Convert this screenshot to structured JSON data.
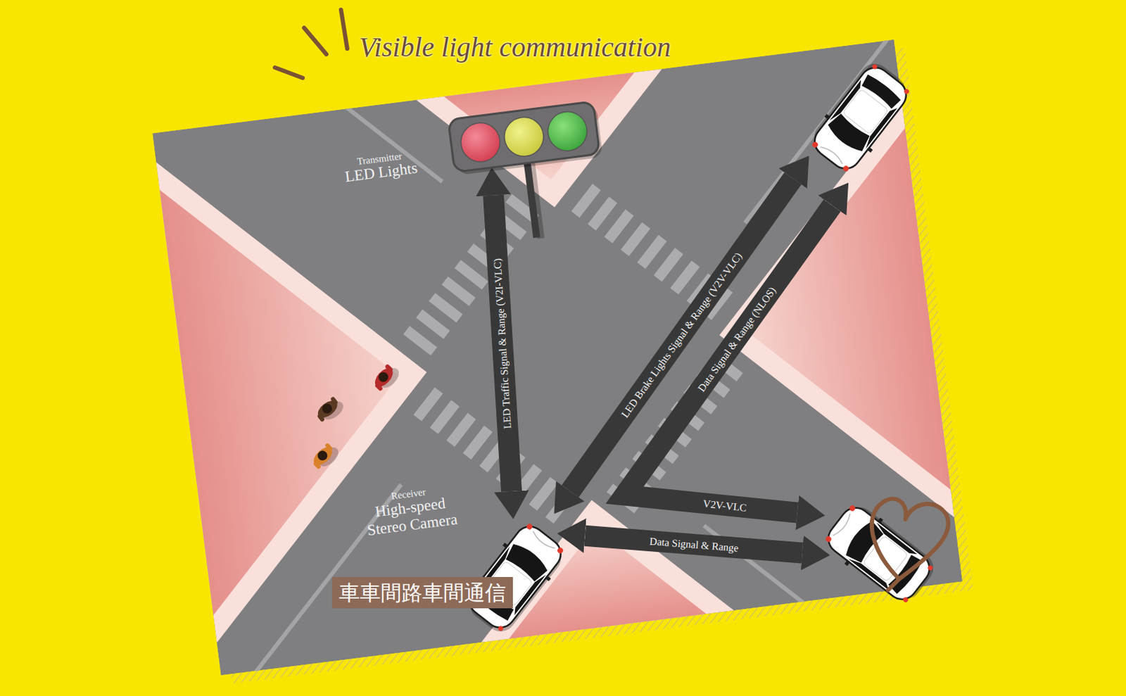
{
  "diagram": {
    "title": "Visible light communication",
    "nodes": [
      {
        "text": [
          "Transmitter",
          "LED Lights"
        ]
      },
      {
        "text": []
      },
      {
        "text": [
          "Receiver",
          "High-speed Stereo Camera"
        ]
      },
      {
        "text": []
      }
    ],
    "edges": [
      {
        "from": 0,
        "to": 2,
        "arrow": "both",
        "label": "LED Traffic Signal & Range (V2I-VLC)"
      },
      {
        "from": 1,
        "to": 2,
        "arrow": "both",
        "label": "LED Brake Lights Signal & Range (V2V-VLC)"
      },
      {
        "from": 1,
        "to": 3,
        "arrow": "both",
        "label": "Data Signal & Range (NLOS)"
      },
      {
        "from": 2,
        "to": 3,
        "arrow": "both",
        "label": "Data Signal & Range"
      }
    ],
    "labels": [
      "V2V-VLC",
      "車車間路車間通信"
    ]
  }
}
